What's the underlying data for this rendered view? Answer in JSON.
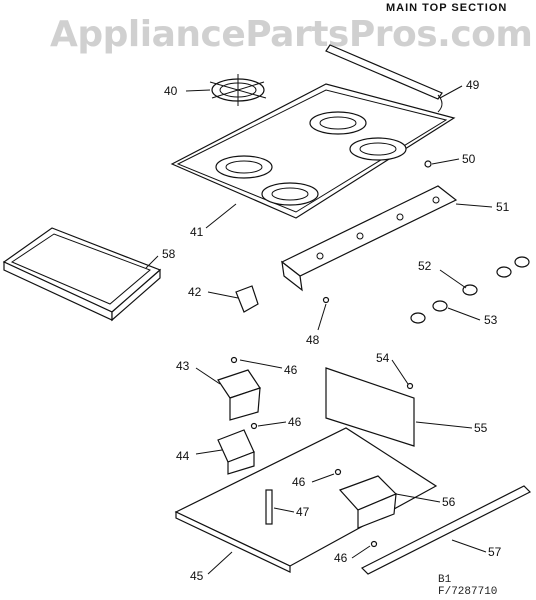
{
  "header": {
    "section_title": "MAIN TOP SECTION"
  },
  "watermark": "AppliancePartsPros.com",
  "footer": {
    "line1": "B1",
    "line2": "F/7287710"
  },
  "callouts": [
    {
      "id": "40",
      "label": "40"
    },
    {
      "id": "41",
      "label": "41"
    },
    {
      "id": "42",
      "label": "42"
    },
    {
      "id": "43",
      "label": "43"
    },
    {
      "id": "44",
      "label": "44"
    },
    {
      "id": "45",
      "label": "45"
    },
    {
      "id": "46a",
      "label": "46"
    },
    {
      "id": "46b",
      "label": "46"
    },
    {
      "id": "46c",
      "label": "46"
    },
    {
      "id": "46d",
      "label": "46"
    },
    {
      "id": "47",
      "label": "47"
    },
    {
      "id": "48",
      "label": "48"
    },
    {
      "id": "49",
      "label": "49"
    },
    {
      "id": "50",
      "label": "50"
    },
    {
      "id": "51",
      "label": "51"
    },
    {
      "id": "52",
      "label": "52"
    },
    {
      "id": "53",
      "label": "53"
    },
    {
      "id": "54",
      "label": "54"
    },
    {
      "id": "55",
      "label": "55"
    },
    {
      "id": "56",
      "label": "56"
    },
    {
      "id": "57",
      "label": "57"
    },
    {
      "id": "58",
      "label": "58"
    }
  ]
}
